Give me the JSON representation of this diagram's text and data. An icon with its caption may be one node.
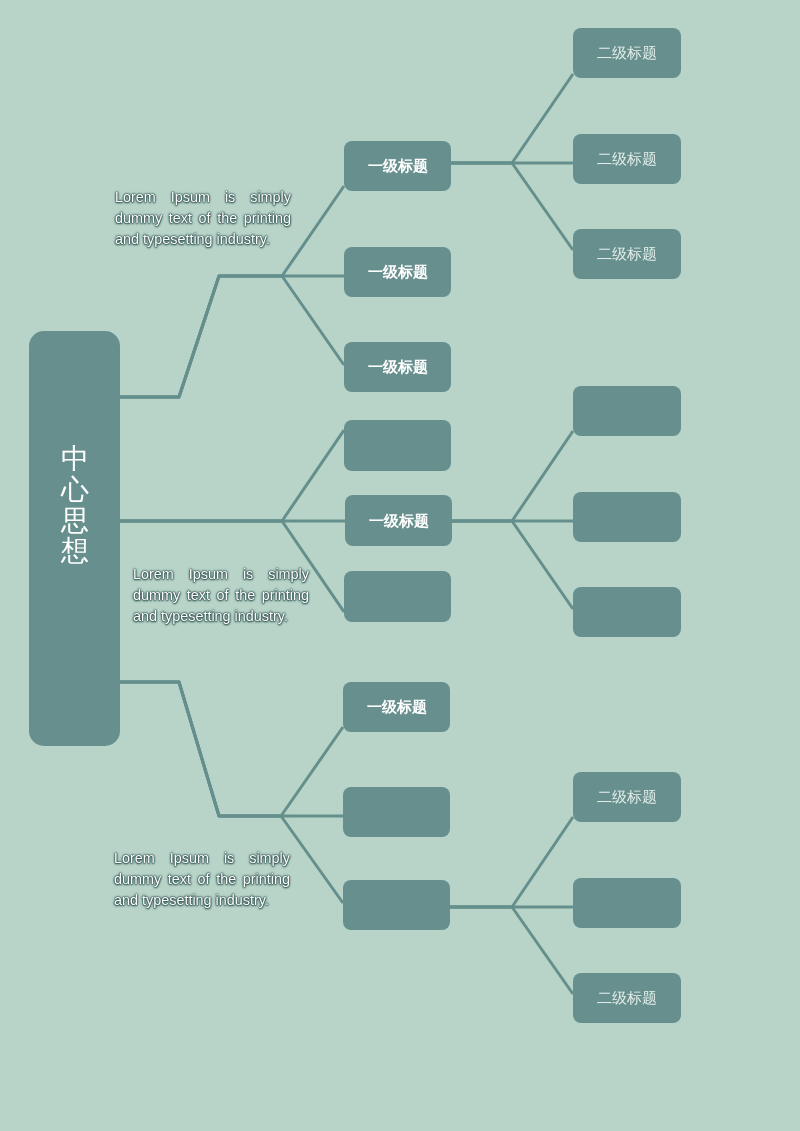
{
  "diagram": {
    "nodes": [
      {
        "text": [
          "中心思想"
        ]
      },
      {
        "text": [
          "一级标题"
        ]
      },
      {
        "text": [
          "一级标题"
        ]
      },
      {
        "text": [
          "一级标题"
        ]
      },
      {
        "text": [
          "二级标题"
        ]
      },
      {
        "text": [
          "二级标题"
        ]
      },
      {
        "text": [
          "二级标题"
        ]
      },
      {
        "text": [],
        "shape": "box"
      },
      {
        "text": [
          "一级标题"
        ]
      },
      {
        "text": [],
        "shape": "box"
      },
      {
        "text": [],
        "shape": "box"
      },
      {
        "text": [],
        "shape": "box"
      },
      {
        "text": [],
        "shape": "box"
      },
      {
        "text": [
          "一级标题"
        ]
      },
      {
        "text": [],
        "shape": "box"
      },
      {
        "text": [],
        "shape": "box"
      },
      {
        "text": [
          "二级标题"
        ]
      },
      {
        "text": [],
        "shape": "box"
      },
      {
        "text": [
          "二级标题"
        ]
      }
    ],
    "edges": [
      {
        "from": 0,
        "to": 1,
        "arrow": "none"
      },
      {
        "from": 0,
        "to": 2,
        "arrow": "none"
      },
      {
        "from": 0,
        "to": 3,
        "arrow": "none"
      },
      {
        "from": 0,
        "to": 7,
        "arrow": "none"
      },
      {
        "from": 0,
        "to": 8,
        "arrow": "none"
      },
      {
        "from": 0,
        "to": 9,
        "arrow": "none"
      },
      {
        "from": 0,
        "to": 13,
        "arrow": "none"
      },
      {
        "from": 0,
        "to": 14,
        "arrow": "none"
      },
      {
        "from": 0,
        "to": 15,
        "arrow": "none"
      },
      {
        "from": 1,
        "to": 4,
        "arrow": "none"
      },
      {
        "from": 1,
        "to": 5,
        "arrow": "none"
      },
      {
        "from": 1,
        "to": 6,
        "arrow": "none"
      },
      {
        "from": 8,
        "to": 10,
        "arrow": "none"
      },
      {
        "from": 8,
        "to": 11,
        "arrow": "none"
      },
      {
        "from": 8,
        "to": 12,
        "arrow": "none"
      },
      {
        "from": 15,
        "to": 16,
        "arrow": "none"
      },
      {
        "from": 15,
        "to": 17,
        "arrow": "none"
      },
      {
        "from": 15,
        "to": 18,
        "arrow": "none"
      }
    ],
    "labels": [
      "Lorem Ipsum is simply dummy text of the printing and typesetting industry.",
      "Lorem Ipsum is simply dummy text of the printing and typesetting industry.",
      "Lorem Ipsum is simply dummy text of the printing and typesetting industry."
    ]
  }
}
